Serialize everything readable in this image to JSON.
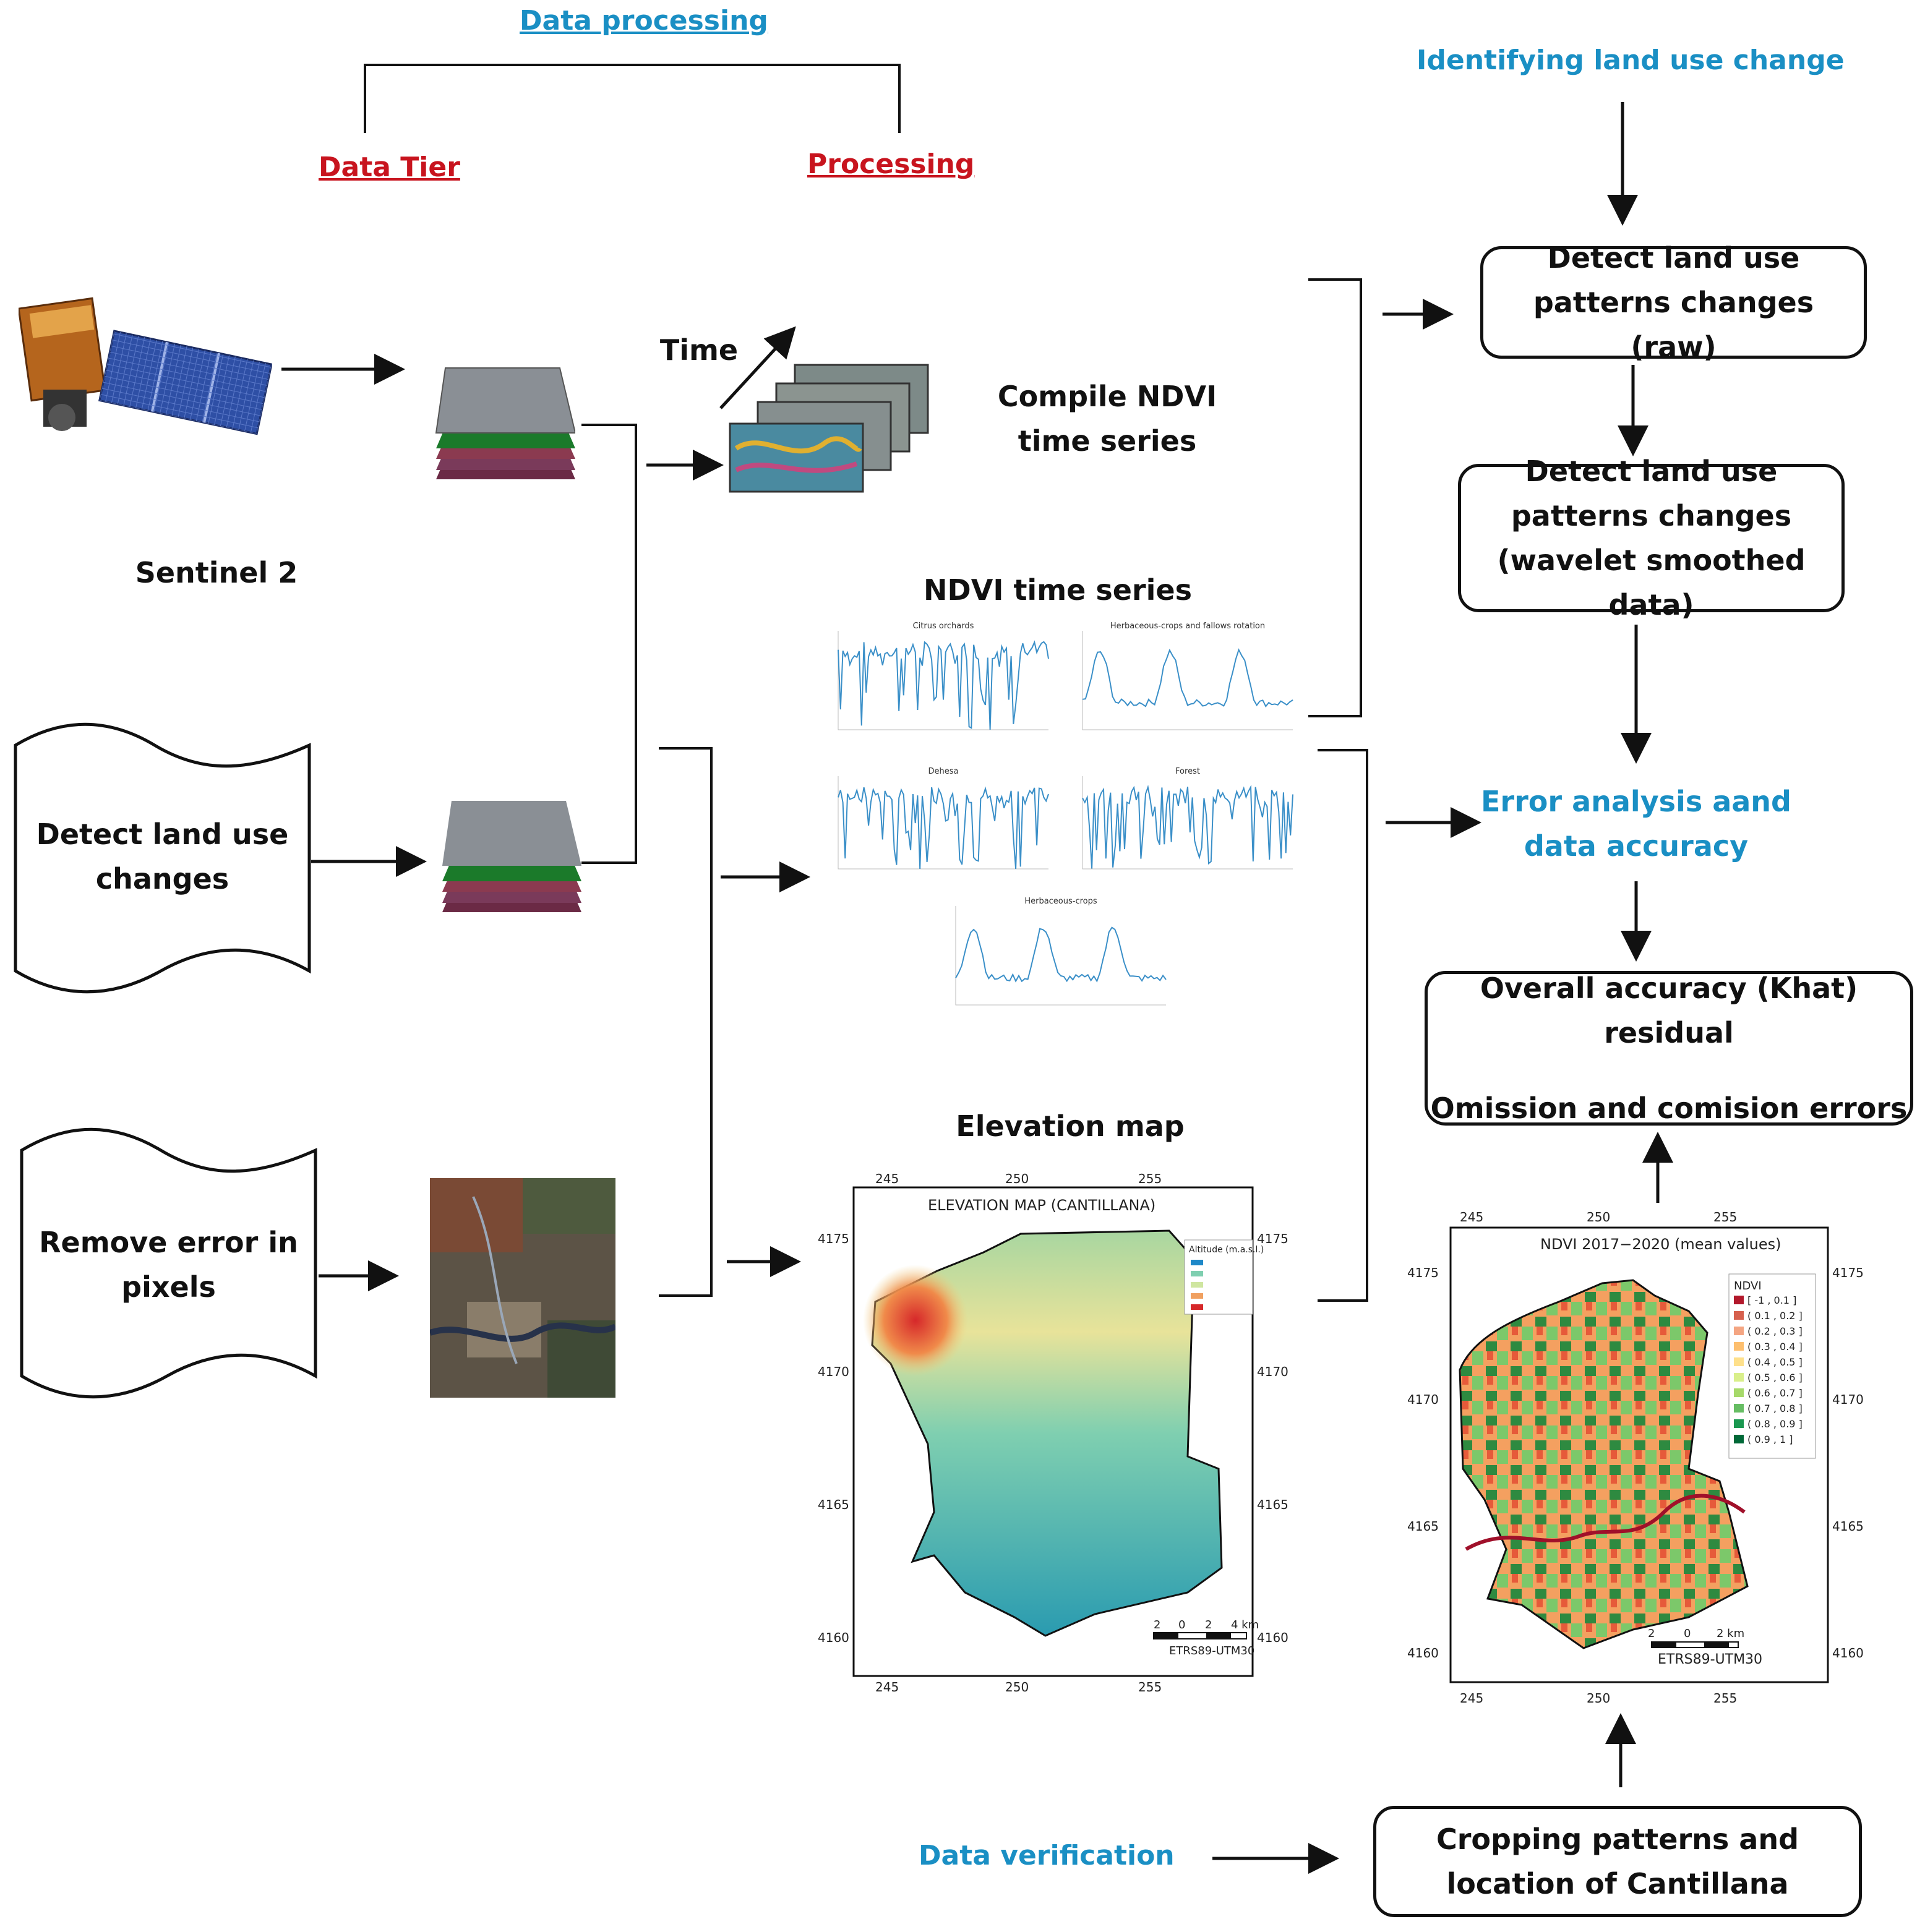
{
  "headers": {
    "data_processing": "Data processing",
    "data_tier": "Data Tier",
    "processing": "Processing",
    "identifying_land_use_change": "Identifying land use change",
    "data_verification": "Data verification"
  },
  "data_tier": {
    "satellite_label": "Sentinel 2",
    "detect_changes": "Detect land use changes",
    "remove_error": "Remove error in pixels"
  },
  "processing": {
    "time_label": "Time",
    "compile_ndvi": "Compile NDVI time series",
    "ndvi_title": "NDVI time series",
    "elevation_title": "Elevation map",
    "ndvi_panels": [
      "Citrus orchards",
      "Herbaceous-crops and fallows rotation",
      "Dehesa",
      "Forest",
      "Herbaceous-crops"
    ],
    "elevation_map": {
      "title": "ELEVATION MAP (CANTILLANA)",
      "legend_title": "Altitude (m.a.s.l.)",
      "x_ticks": [
        "245",
        "250",
        "255"
      ],
      "y_ticks": [
        "4175",
        "4170",
        "4165",
        "4160"
      ],
      "projection": "ETRS89-UTM30",
      "scale_ticks": [
        "2",
        "0",
        "2",
        "4 km"
      ]
    }
  },
  "identify": {
    "detect_raw": "Detect land use patterns changes (raw)",
    "detect_wavelet": "Detect land use patterns changes (wavelet smoothed data)",
    "error_analysis": "Error analysis aand data accuracy",
    "accuracy_line1": "Overall accuracy (Khat) residual",
    "accuracy_line2": "Omission and comision errors",
    "cropping": "Cropping patterns and location of Cantillana"
  },
  "ndvi_map": {
    "title": "NDVI 2017−2020 (mean values)",
    "legend_title": "NDVI",
    "legend": [
      {
        "label": "[ -1 , 0.1 ]",
        "color": "#b2182b"
      },
      {
        "label": "( 0.1 , 0.2 ]",
        "color": "#d6604d"
      },
      {
        "label": "( 0.2 , 0.3 ]",
        "color": "#f4a582"
      },
      {
        "label": "( 0.3 , 0.4 ]",
        "color": "#fdbf6f"
      },
      {
        "label": "( 0.4 , 0.5 ]",
        "color": "#fee08b"
      },
      {
        "label": "( 0.5 , 0.6 ]",
        "color": "#d9ef8b"
      },
      {
        "label": "( 0.6 , 0.7 ]",
        "color": "#a6d96a"
      },
      {
        "label": "( 0.7 , 0.8 ]",
        "color": "#66bd63"
      },
      {
        "label": "( 0.8 , 0.9 ]",
        "color": "#1a9850"
      },
      {
        "label": "( 0.9 , 1 ]",
        "color": "#006837"
      }
    ],
    "x_ticks": [
      "245",
      "250",
      "255"
    ],
    "y_ticks": [
      "4175",
      "4170",
      "4165",
      "4160"
    ],
    "projection": "ETRS89-UTM30",
    "scale_ticks": [
      "2",
      "0",
      "2 km"
    ]
  },
  "colors": {
    "blue_header": "#1a8fc4",
    "red_header": "#c8141e"
  }
}
